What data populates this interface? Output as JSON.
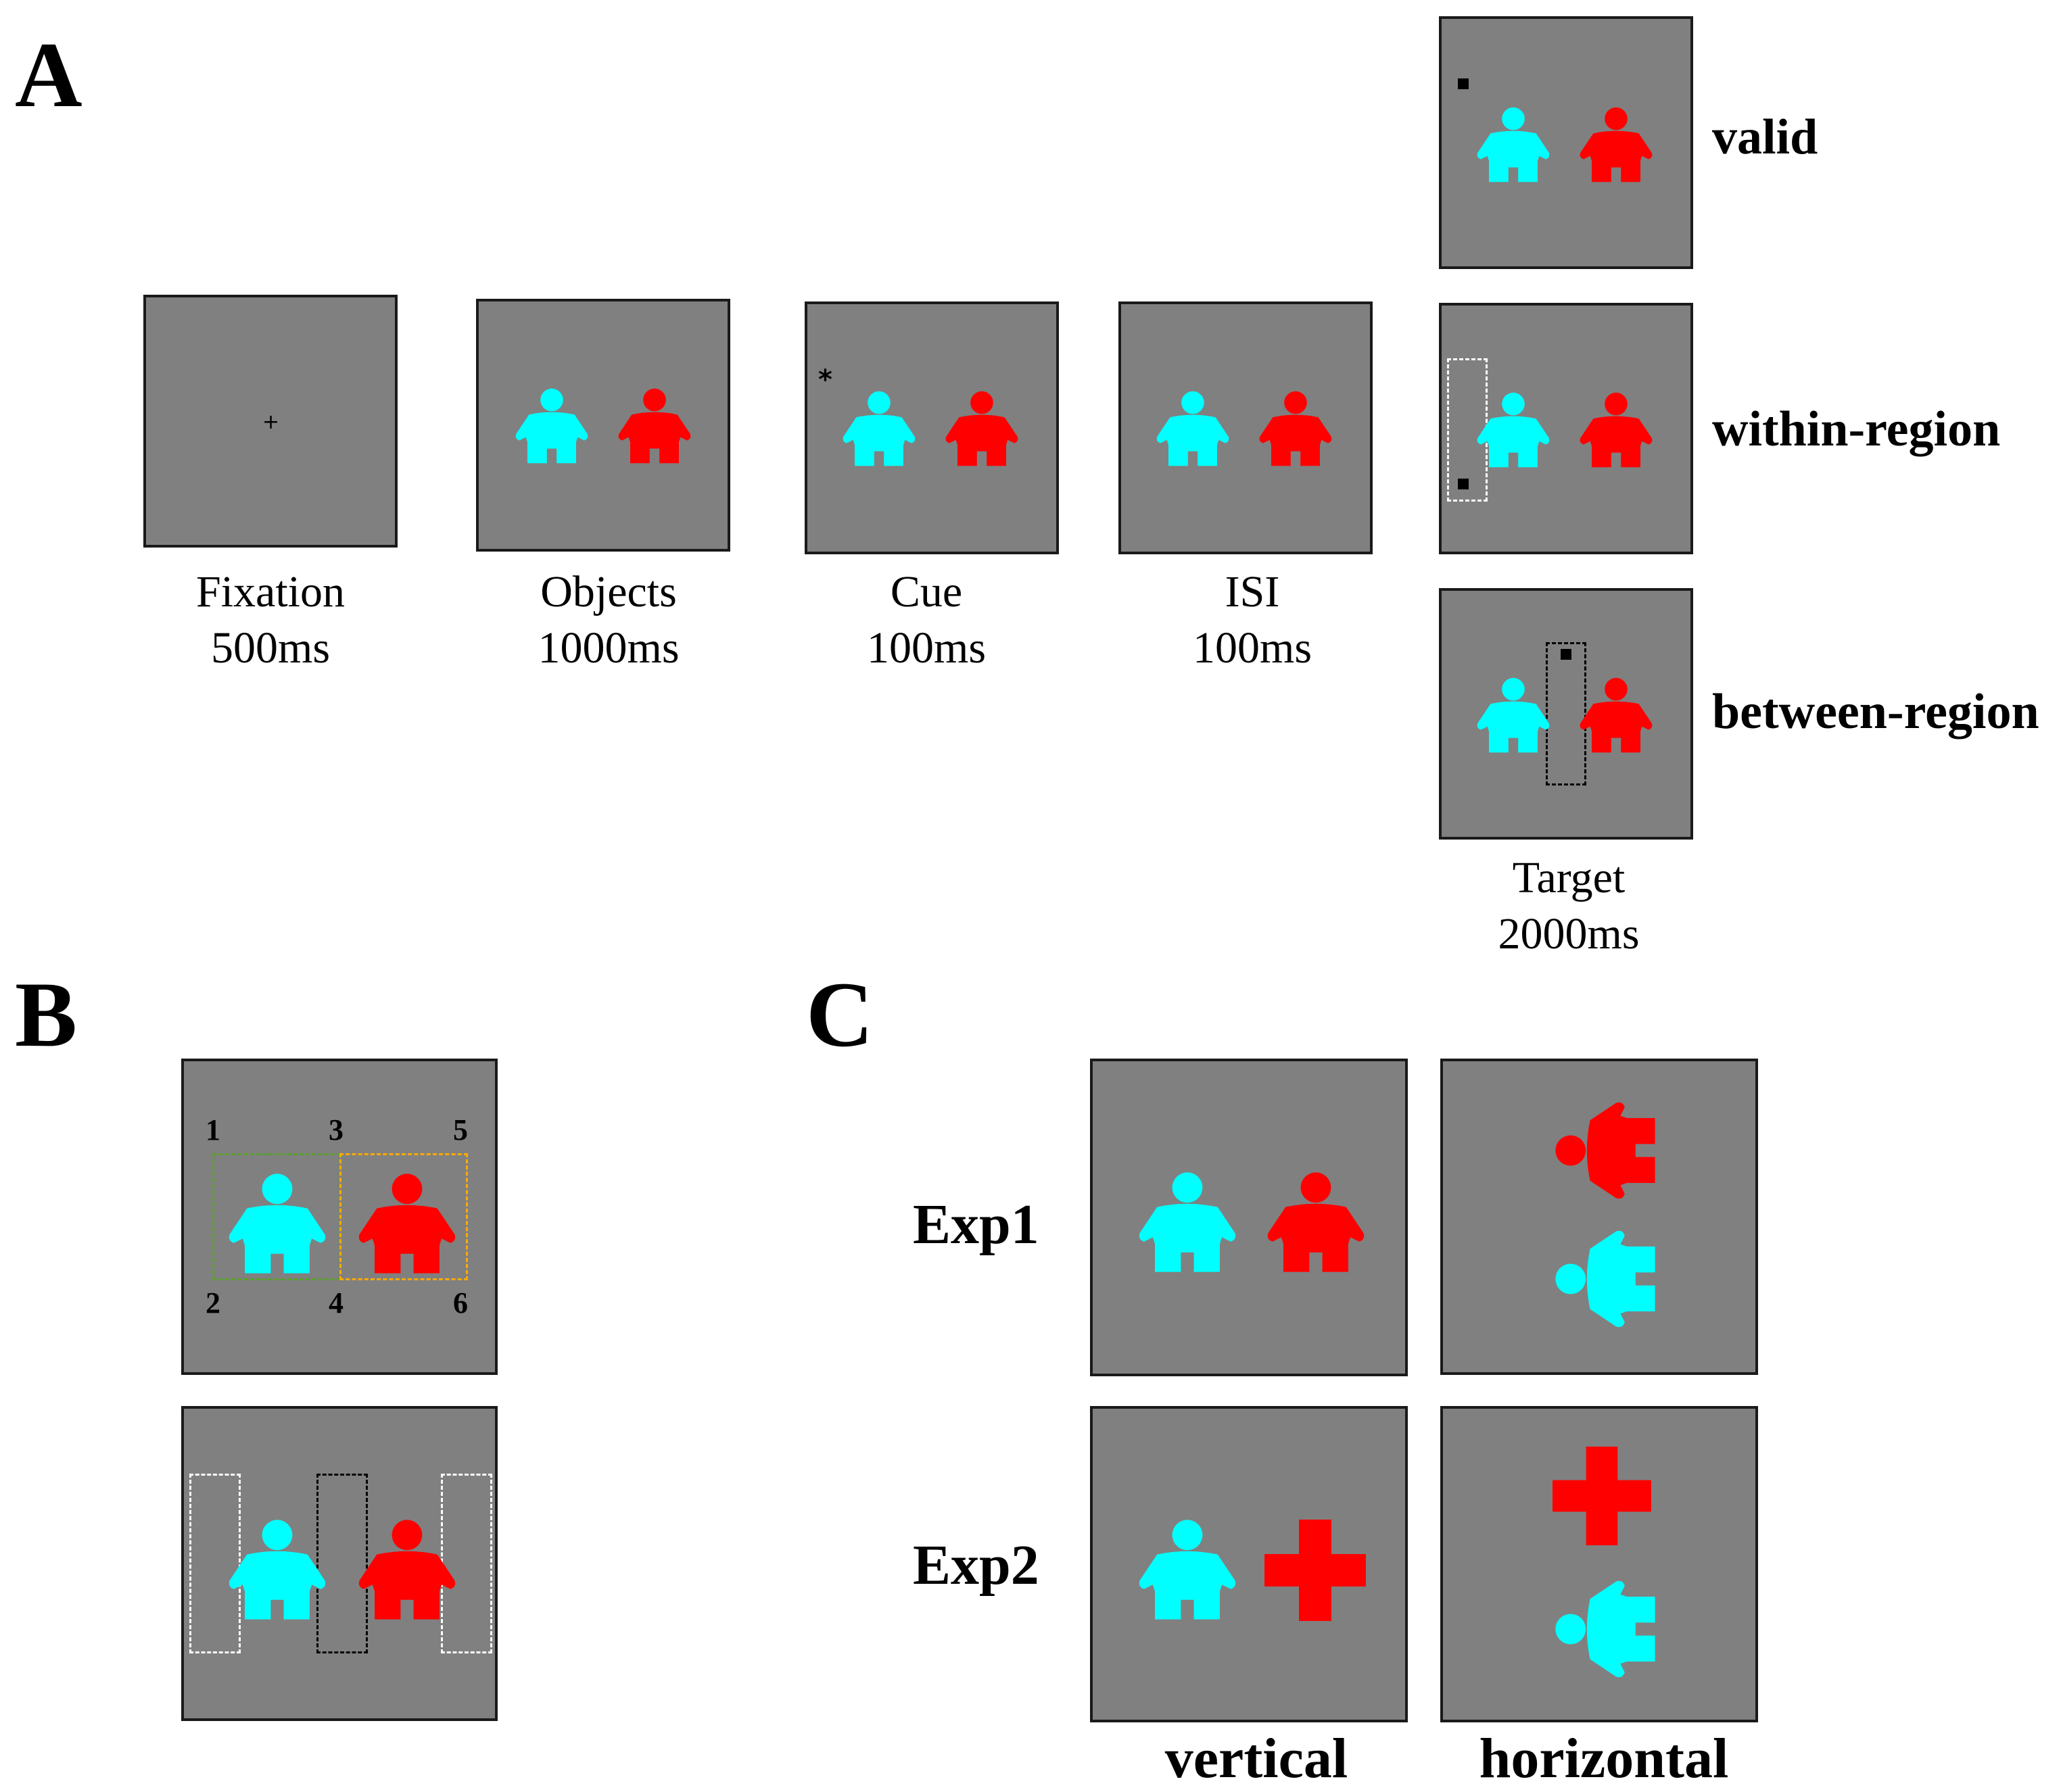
{
  "panels": {
    "a": "A",
    "b": "B",
    "c": "C"
  },
  "sequence": [
    {
      "name": "Fixation",
      "duration": "500ms"
    },
    {
      "name": "Objects",
      "duration": "1000ms"
    },
    {
      "name": "Cue",
      "duration": "100ms"
    },
    {
      "name": "ISI",
      "duration": "100ms"
    },
    {
      "name": "Target",
      "duration": "2000ms"
    }
  ],
  "fixation_symbol": "+",
  "cue_symbol": "*",
  "target_conditions": [
    "valid",
    "within-region",
    "between-region"
  ],
  "region_numbers": [
    "1",
    "2",
    "3",
    "4",
    "5",
    "6"
  ],
  "experiments": [
    "Exp1",
    "Exp2"
  ],
  "orientations": [
    "vertical",
    "horizontal"
  ],
  "colors": {
    "panel_bg": "#808080",
    "person_left": "#00ffff",
    "person_right": "#ff0000",
    "region_left_box": "#5aa02c",
    "region_right_box": "#ffaa00"
  },
  "icons": {
    "person": "person-icon",
    "cross": "cross-icon"
  }
}
